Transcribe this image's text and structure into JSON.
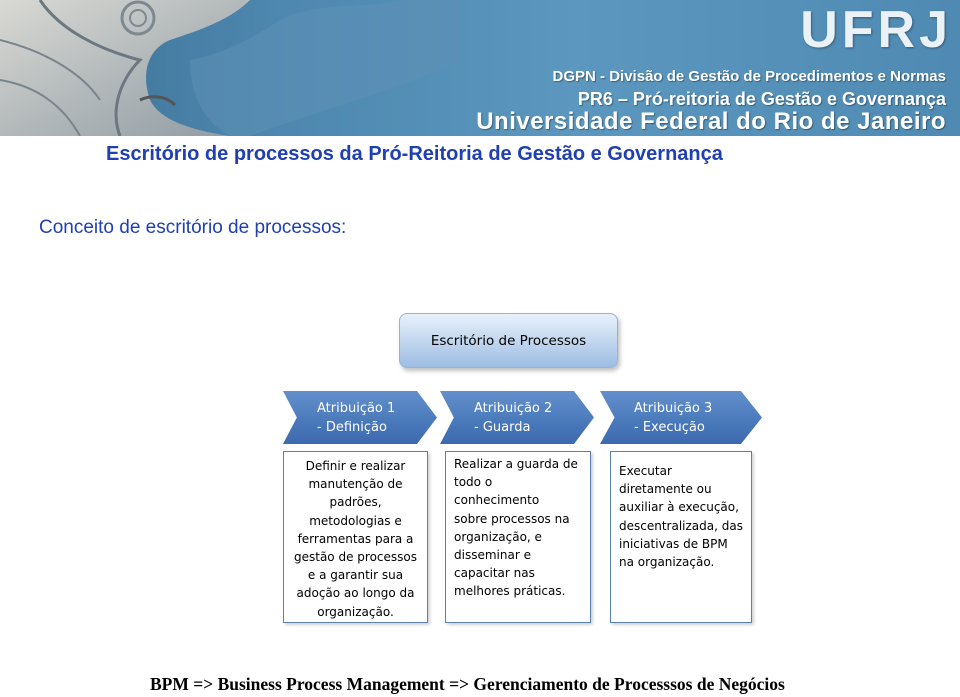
{
  "banner": {
    "logo": "UFRJ",
    "line1": "DGPN - Divisão de Gestão de Procedimentos e Normas",
    "line2": "PR6 – Pró-reitoria de Gestão e Governança",
    "line3": "Universidade Federal do Rio de Janeiro"
  },
  "title": "Escritório de processos da Pró-Reitoria de Gestão e Governança",
  "subtitle": "Conceito de escritório de processos:",
  "diagram": {
    "top_box": "Escritório de Processos",
    "chevrons": [
      {
        "line1": "Atribuição 1",
        "line2": "- Definição"
      },
      {
        "line1": "Atribuição 2",
        "line2": "- Guarda"
      },
      {
        "line1": "Atribuição 3",
        "line2": "- Execução"
      }
    ],
    "cards": [
      "Definir e realizar\nmanutenção de\npadrões,\nmetodologias e\nferramentas para a\ngestão de processos\ne a garantir sua\nadoção ao longo da\norganização.",
      "Realizar a guarda de\ntodo o\nconhecimento\nsobre processos na\norganização, e\ndisseminar e\ncapacitar nas\nmelhores práticas.",
      "Executar\ndiretamente ou\nauxiliar à execução,\ndescentralizada, das\niniciativas de BPM\nna organização."
    ],
    "colors": {
      "chevron": "#4978ba",
      "card_border": "#5a7fb5",
      "top_box": "#c3d7ef"
    }
  },
  "footer": "BPM => Business Process Management => Gerenciamento de Processsos de Negócios",
  "colors": {
    "title": "#1f3fb3",
    "banner": "#4e88b0"
  }
}
